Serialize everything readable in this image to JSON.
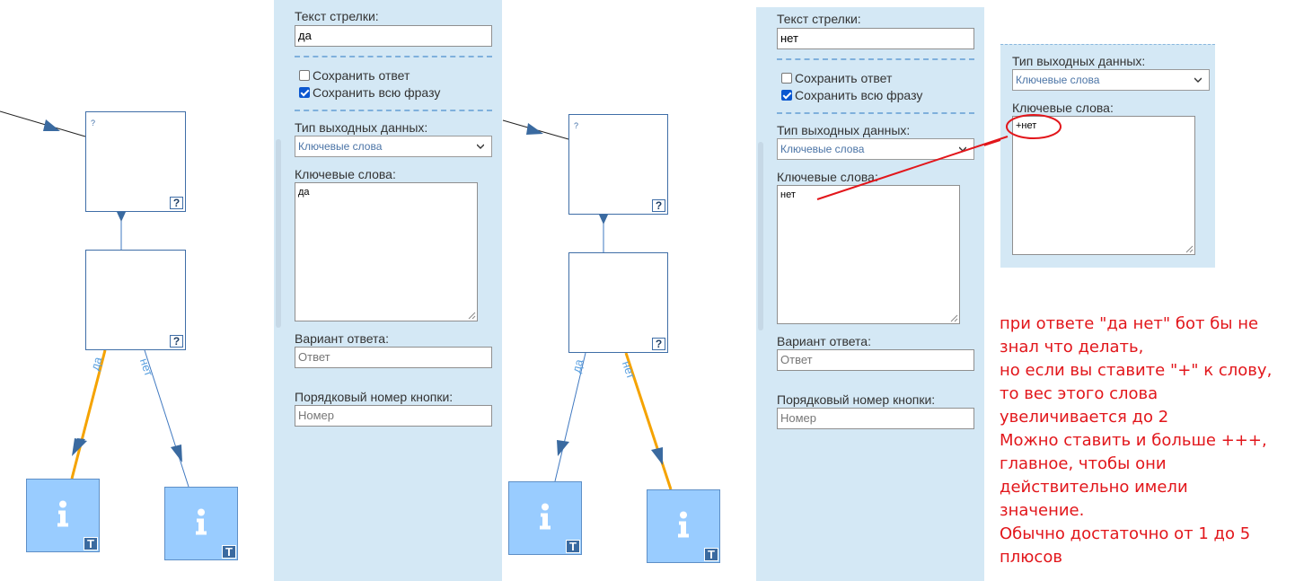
{
  "left_flow": {
    "question_mark": "?",
    "question_badge": "?",
    "edge_label_yes": "да",
    "edge_label_no": "нет",
    "info_badge": "T"
  },
  "left_panel": {
    "arrow_text_label": "Текст стрелки:",
    "arrow_text_value": "да",
    "save_answer_label": "Сохранить ответ",
    "save_answer_checked": false,
    "save_phrase_label": "Сохранить всю фразу",
    "save_phrase_checked": true,
    "output_type_label": "Тип выходных данных:",
    "output_type_value": "Ключевые слова",
    "keywords_label": "Ключевые слова:",
    "keywords_value": "да",
    "answer_variant_label": "Вариант ответа:",
    "answer_variant_placeholder": "Ответ",
    "button_number_label": "Порядковый номер кнопки:",
    "button_number_placeholder": "Номер"
  },
  "right_flow": {
    "question_mark": "?",
    "question_badge": "?",
    "edge_label_yes": "да",
    "edge_label_no": "нет",
    "info_badge": "T"
  },
  "right_panel": {
    "arrow_text_label": "Текст стрелки:",
    "arrow_text_value": "нет",
    "save_answer_label": "Сохранить ответ",
    "save_answer_checked": false,
    "save_phrase_label": "Сохранить всю фразу",
    "save_phrase_checked": true,
    "output_type_label": "Тип выходных данных:",
    "output_type_value": "Ключевые слова",
    "keywords_label": "Ключевые слова:",
    "keywords_value": "нет",
    "answer_variant_label": "Вариант ответа:",
    "answer_variant_placeholder": "Ответ",
    "button_number_label": "Порядковый номер кнопки:",
    "button_number_placeholder": "Номер"
  },
  "inset_panel": {
    "output_type_label": "Тип выходных данных:",
    "output_type_value": "Ключевые слова",
    "keywords_label": "Ключевые слова:",
    "keywords_value": "+нет"
  },
  "annotation": {
    "lines": [
      "при ответе \"да нет\" бот бы не",
      "знал что делать,",
      "но если вы ставите \"+\" к слову,",
      "то вес этого слова",
      "увеличивается до 2",
      "Можно ставить и больше +++,",
      "главное, чтобы они",
      "действительно имели",
      "значение.",
      "Обычно достаточно от 1 до 5",
      "плюсов"
    ],
    "color": "#e2161b"
  },
  "colors": {
    "panel_bg": "#d4e8f5",
    "node_border": "#3f6ea7",
    "info_node_fill": "#99ccff",
    "active_edge": "#f5a300",
    "edge": "#3f78c0",
    "annotation_red": "#e2161b"
  }
}
